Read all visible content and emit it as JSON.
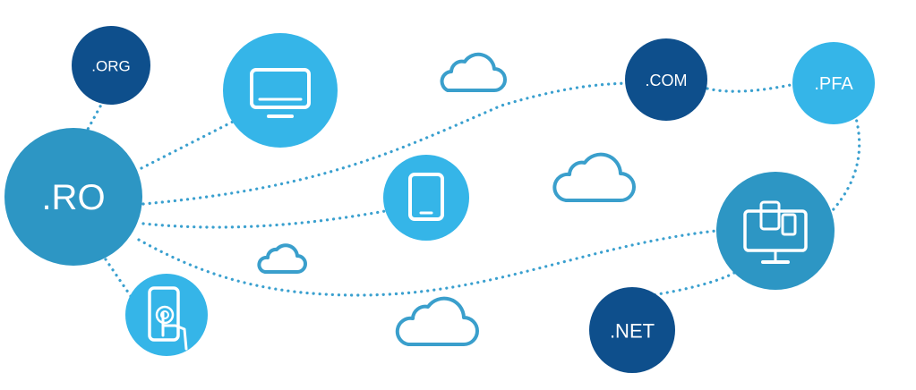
{
  "colors": {
    "dark_node": "#0e4f8c",
    "mid_node": "#2d96c4",
    "light_node": "#35b5e8",
    "link": "#3aa0cf",
    "cloud": "#3a9fcc"
  },
  "nodes": {
    "ro": {
      "label": ".RO"
    },
    "org": {
      "label": ".ORG"
    },
    "com": {
      "label": ".COM"
    },
    "pfa": {
      "label": ".PFA"
    },
    "net": {
      "label": ".NET"
    }
  },
  "icons": {
    "monitor": "monitor-icon",
    "tablet": "tablet-icon",
    "touch_phone": "touch-phone-icon",
    "multi_device": "multi-device-icon",
    "cloud": "cloud-icon"
  }
}
